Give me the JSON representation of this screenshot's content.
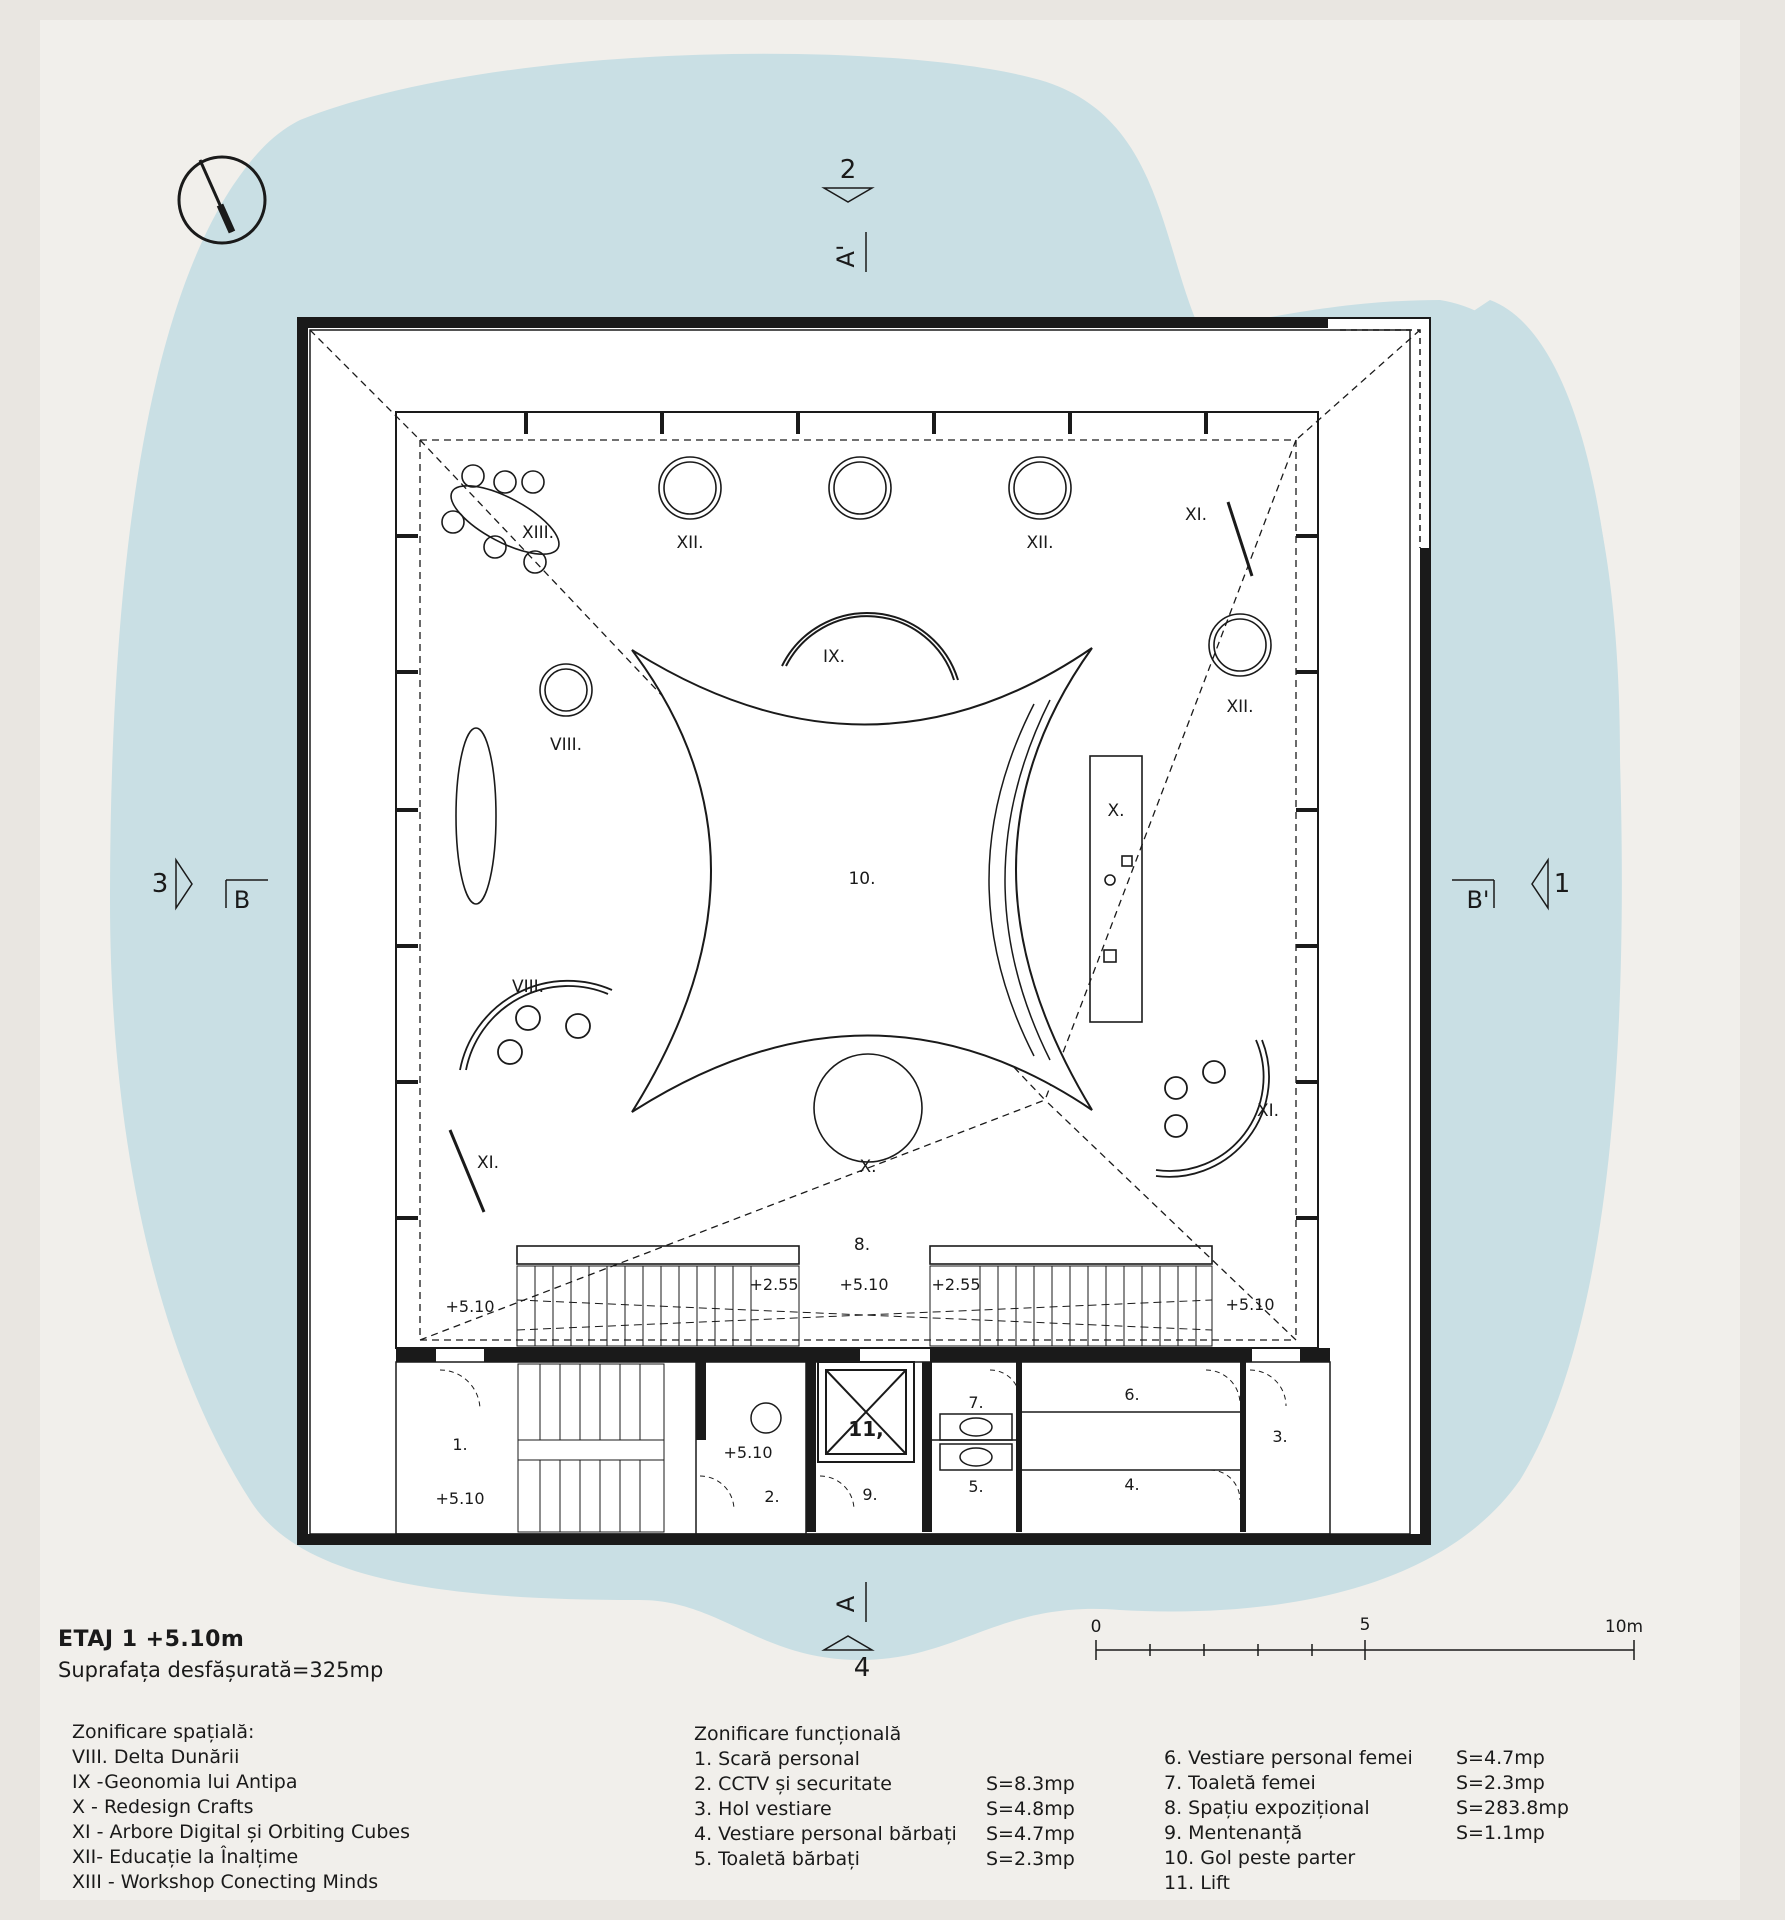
{
  "section_marks": {
    "top_number": "2",
    "top_letter": "A'",
    "bottom_number": "4",
    "bottom_letter": "A",
    "left_number": "3",
    "left_letter": "B",
    "right_number": "1",
    "right_letter": "B'"
  },
  "zone_labels": {
    "xiii": "XIII.",
    "xii_a": "XII.",
    "xii_b": "XII.",
    "xii_c": "XII.",
    "xi_top": "XI.",
    "xi_bl": "XI.",
    "xi_br": "XI.",
    "ix": "IX.",
    "viii_a": "VIII.",
    "viii_b": "VIII.",
    "x_right": "X.",
    "x_bottom": "X.",
    "ten": "10.",
    "eight": "8."
  },
  "levels": {
    "left": "+5.10",
    "right": "+5.10",
    "center": "+5.10",
    "stair_left": "+2.55",
    "stair_right": "+2.55",
    "room1": "+5.10",
    "room2": "+5.10"
  },
  "room_numbers": {
    "r1": "1.",
    "r2": "2.",
    "r3": "3.",
    "r4": "4.",
    "r5": "5.",
    "r6": "6.",
    "r7": "7.",
    "r9": "9.",
    "r11": "11,"
  },
  "scale_bar": {
    "start": "0",
    "mid": "5",
    "end": "10m"
  },
  "title": {
    "heading": "ETAJ 1  +5.10m",
    "area": "Suprafața desfășurată=325mp"
  },
  "legend_spatial": {
    "heading": "Zonificare spațială:",
    "items": [
      "VIII. Delta Dunării",
      "IX -Geonomia lui Antipa",
      "X - Redesign Crafts",
      "XI - Arbore Digital și Orbiting Cubes",
      "XII- Educație la Înalțime",
      "XIII - Workshop Conecting Minds"
    ]
  },
  "legend_functional": {
    "heading": "Zonificare funcțională",
    "items": [
      {
        "label": "1. Scară personal",
        "value": ""
      },
      {
        "label": "2. CCTV și securitate",
        "value": "S=8.3mp"
      },
      {
        "label": "3. Hol vestiare",
        "value": "S=4.8mp"
      },
      {
        "label": "4. Vestiare personal bărbați",
        "value": "S=4.7mp"
      },
      {
        "label": "5. Toaletă bărbați",
        "value": "S=2.3mp"
      }
    ]
  },
  "legend_functional_2": {
    "items": [
      {
        "label": "6. Vestiare personal femei",
        "value": "S=4.7mp"
      },
      {
        "label": "7. Toaletă femei",
        "value": "S=2.3mp"
      },
      {
        "label": "8. Spațiu expozițional",
        "value": "S=283.8mp"
      },
      {
        "label": "9. Mentenanță",
        "value": "S=1.1mp"
      },
      {
        "label": "10. Gol peste parter",
        "value": ""
      },
      {
        "label": "11. Lift",
        "value": ""
      }
    ]
  },
  "colors": {
    "paper": "#e9e6e1",
    "water": "#c6dde2",
    "line": "#1a1a1a",
    "floor": "#ffffff"
  }
}
